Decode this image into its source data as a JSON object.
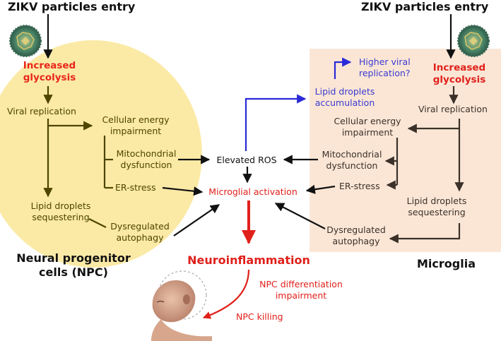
{
  "titles": {
    "zikv_left": "ZIKV particles entry",
    "zikv_right": "ZIKV particles entry"
  },
  "npc": {
    "label_line1": "Neural progenitor",
    "label_line2": "cells (NPC)",
    "glycolysis_line1": "Increased",
    "glycolysis_line2": "glycolysis",
    "viral_replication": "Viral replication",
    "cellular_energy_line1": "Cellular energy",
    "cellular_energy_line2": "impairment",
    "mito_line1": "Mitochondrial",
    "mito_line2": "dysfunction",
    "er_stress": "ER-stress",
    "lipid_line1": "Lipid droplets",
    "lipid_line2": "sequestering",
    "autophagy_line1": "Dysregulated",
    "autophagy_line2": "autophagy"
  },
  "microglia": {
    "label": "Microglia",
    "glycolysis_line1": "Increased",
    "glycolysis_line2": "glycolysis",
    "viral_replication": "Viral replication",
    "cellular_energy_line1": "Cellular energy",
    "cellular_energy_line2": "impairment",
    "mito_line1": "Mitochondrial",
    "mito_line2": "dysfunction",
    "er_stress": "ER-stress",
    "lipid_line1": "Lipid droplets",
    "lipid_line2": "sequestering",
    "autophagy_line1": "Dysregulated",
    "autophagy_line2": "autophagy",
    "lipid_accum_line1": "Lipid droplets",
    "lipid_accum_line2": "accumulation",
    "higher_viral_line1": "Higher viral",
    "higher_viral_line2": "replication?"
  },
  "center": {
    "elevated_ros": "Elevated ROS",
    "microglial_activation": "Microglial activation",
    "neuroinflammation": "Neuroinflammation",
    "npc_diff_line1": "NPC differentiation",
    "npc_diff_line2": "impairment",
    "npc_killing": "NPC killing"
  },
  "icons": [
    "zikv-virus-icon",
    "infant-microcephaly-icon"
  ],
  "colors": {
    "npc_bg": "#fbeaa6",
    "microglia_bg": "#fbe6d6",
    "npc_arrow": "#4d4500",
    "microglia_arrow": "#3b3129",
    "red": "#e0201a",
    "blue": "#2a2ad8",
    "black": "#111111"
  }
}
